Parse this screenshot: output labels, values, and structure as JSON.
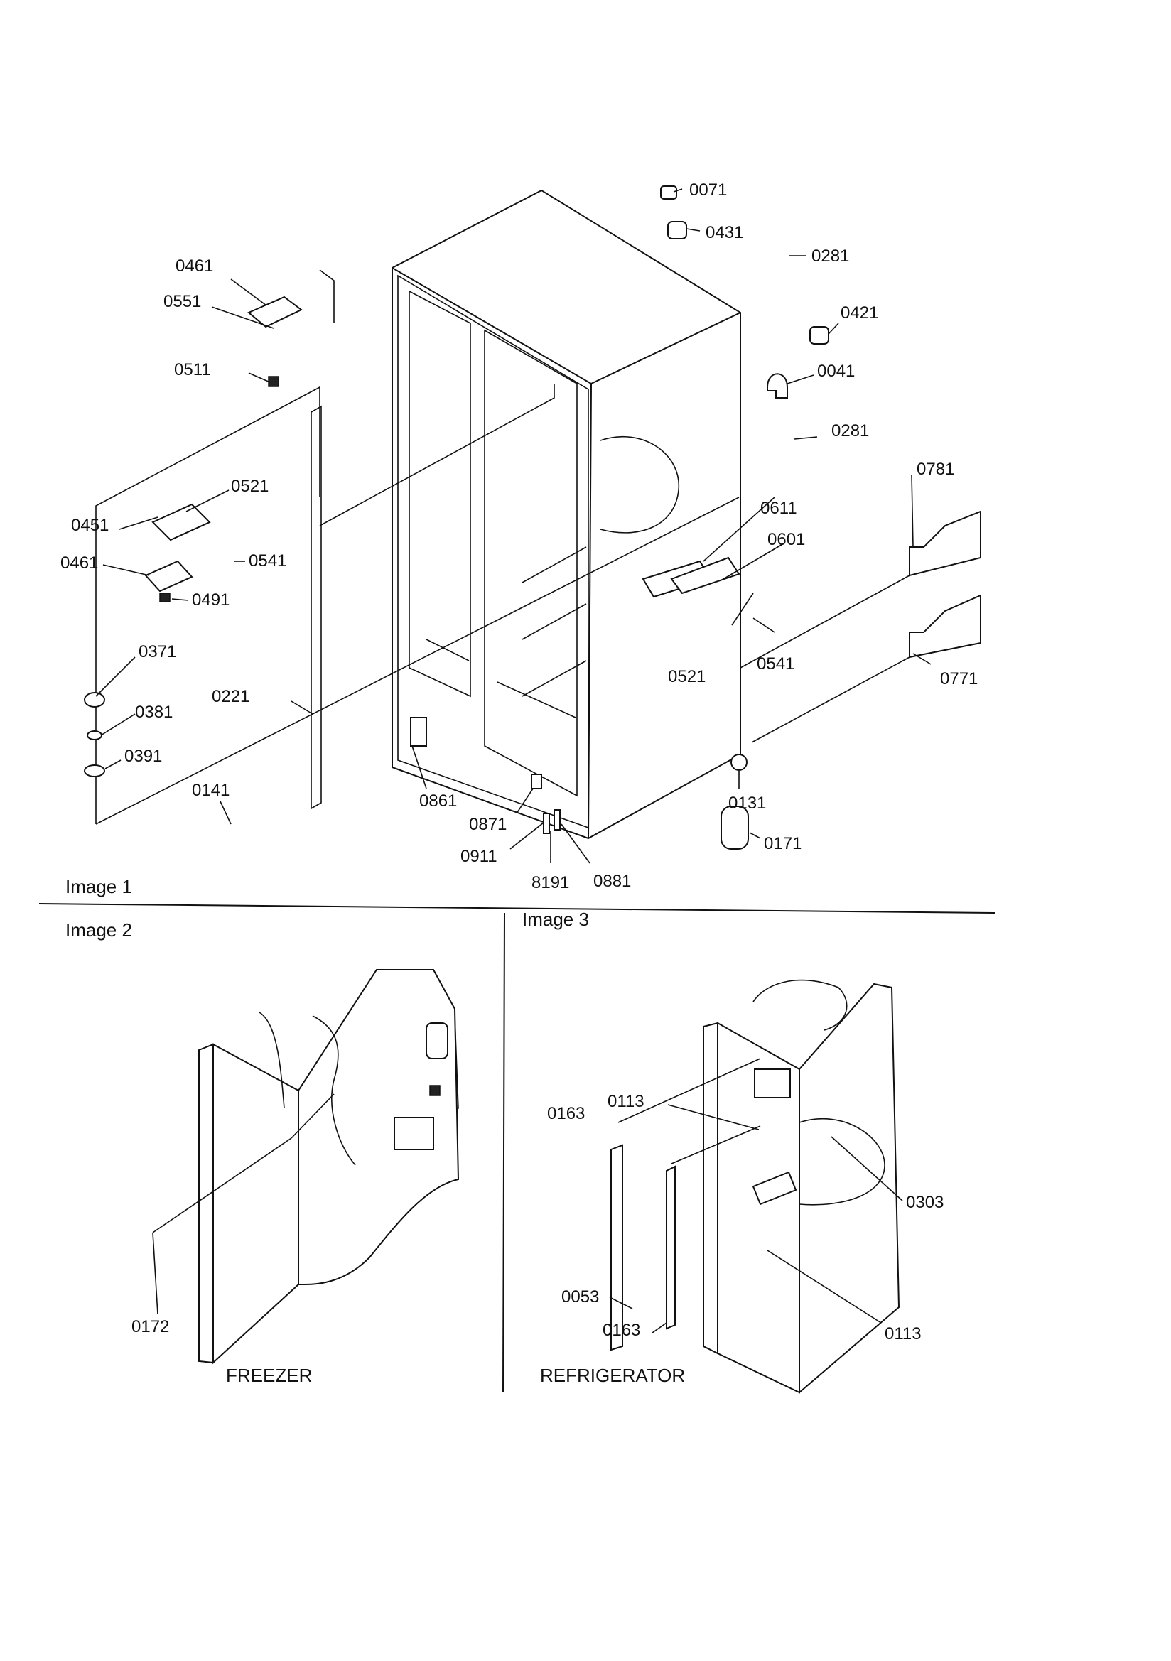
{
  "image1": {
    "caption": "Image 1",
    "callouts": [
      "0071",
      "0431",
      "0281",
      "0421",
      "0041",
      "0281",
      "0461",
      "0551",
      "0511",
      "0521",
      "0451",
      "0541",
      "0461",
      "0491",
      "0781",
      "0611",
      "0601",
      "0521",
      "0541",
      "0771",
      "0371",
      "0381",
      "0391",
      "0221",
      "0141",
      "0861",
      "0131",
      "0871",
      "0911",
      "8191",
      "0881",
      "0171"
    ]
  },
  "image2": {
    "caption": "Image 2",
    "section_label": "FREEZER",
    "callouts": [
      "0172"
    ]
  },
  "image3": {
    "caption": "Image 3",
    "section_label": "REFRIGERATOR",
    "callouts": [
      "0113",
      "0163",
      "0303",
      "0053",
      "0163",
      "0113"
    ]
  }
}
